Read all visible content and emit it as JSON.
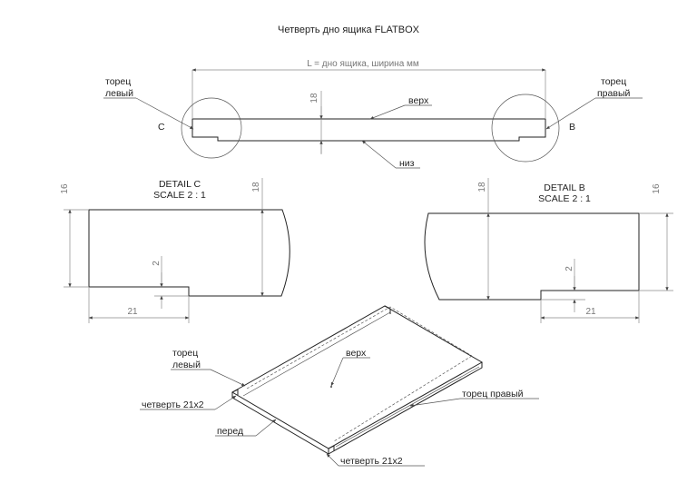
{
  "title": "Четверть дно ящика FLATBOX",
  "front_view": {
    "length_dim": "L =  дно ящика, ширина   мм",
    "thickness_dim": "18",
    "left_end": [
      "торец",
      "левый"
    ],
    "right_end": [
      "торец",
      "правый"
    ],
    "top": "верх",
    "bottom": "низ",
    "detail_c_marker": "C",
    "detail_b_marker": "B"
  },
  "detail_c": {
    "title": "DETAIL C",
    "scale": "SCALE 2 : 1",
    "dim_height": "16",
    "dim_thickness": "18",
    "dim_rebate_depth": "2",
    "dim_rebate_width": "21"
  },
  "detail_b": {
    "title": "DETAIL B",
    "scale": "SCALE 2 : 1",
    "dim_height": "16",
    "dim_thickness": "18",
    "dim_rebate_depth": "2",
    "dim_rebate_width": "21"
  },
  "iso_view": {
    "left_end": [
      "торец",
      "левый"
    ],
    "top": "верх",
    "right_end": "торец правый",
    "rebate_left": "четверть 21x2",
    "front": "перед",
    "rebate_front": "четверть 21x2"
  }
}
